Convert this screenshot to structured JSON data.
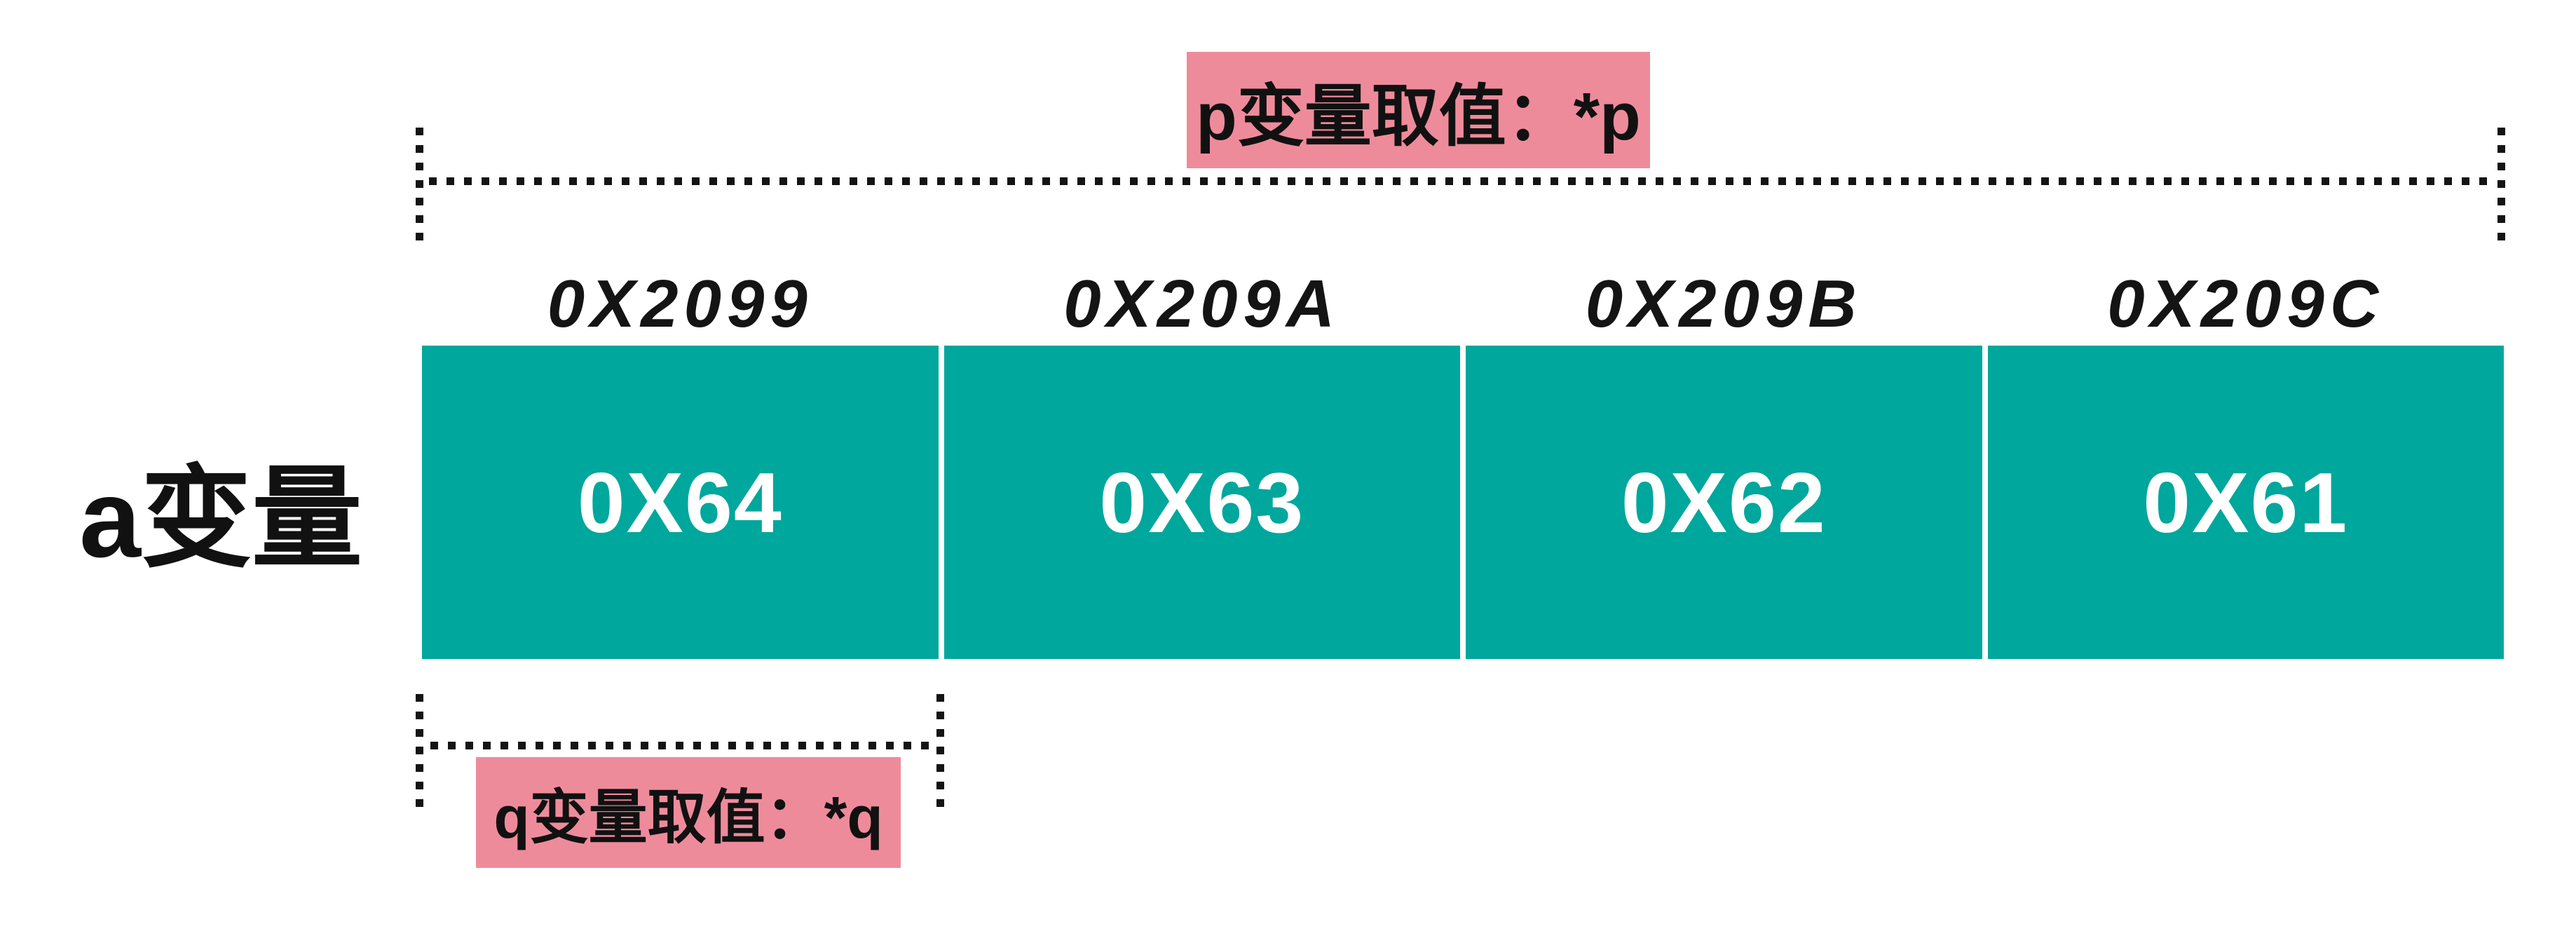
{
  "labels": {
    "array_variable": "a变量",
    "p_pointer_annotation": "p变量取值：*p",
    "q_pointer_annotation": "q变量取值：*q"
  },
  "memory": {
    "cells": [
      {
        "address": "0X2099",
        "value": "0X64"
      },
      {
        "address": "0X209A",
        "value": "0X63"
      },
      {
        "address": "0X209B",
        "value": "0X62"
      },
      {
        "address": "0X209C",
        "value": "0X61"
      }
    ]
  },
  "colors": {
    "cell_fill": "#00a79c",
    "cell_text": "#ffffff",
    "annotation_fill": "#ee8b9b",
    "line_and_text": "#141414",
    "background": "#ffffff"
  }
}
